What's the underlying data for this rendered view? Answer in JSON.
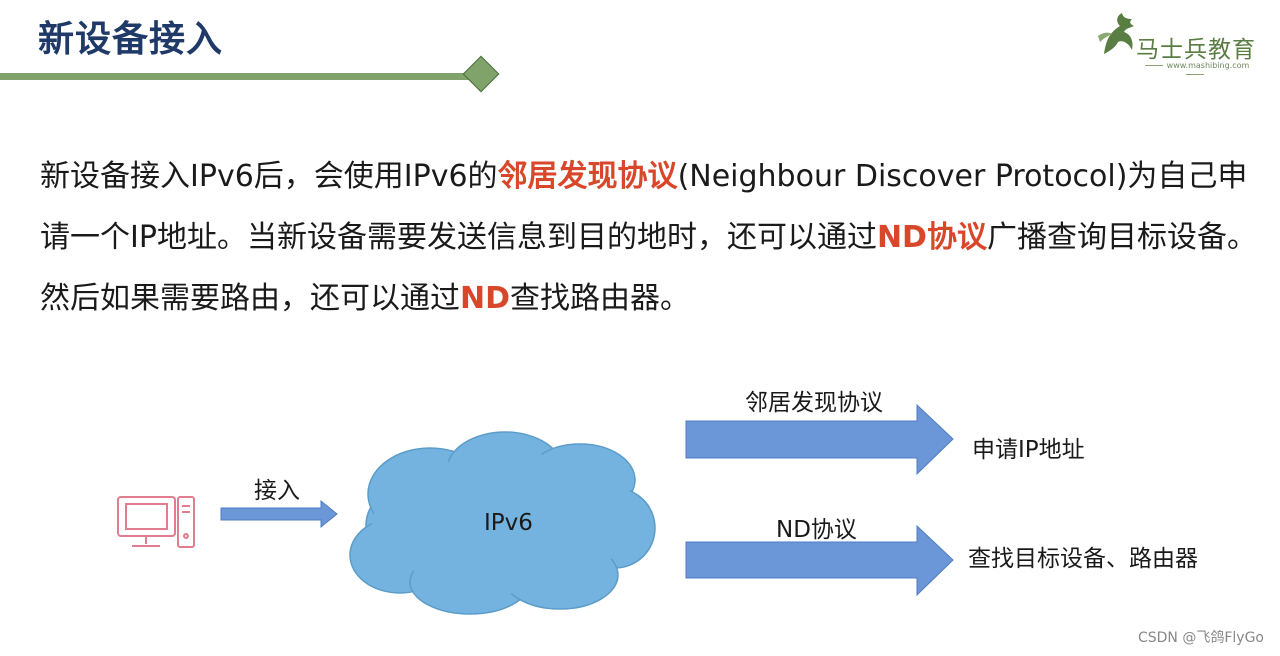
{
  "slide": {
    "title": "新设备接入"
  },
  "logo": {
    "name": "马士兵教育",
    "url": "www.mashibing.com"
  },
  "paragraph": {
    "p1": "新设备接入IPv6后，会使用IPv6的",
    "h1": "邻居发现协议",
    "p2": "(Neighbour Discover Protocol)为自己申请一个IP地址。当新设备需要发送信息到目的地时，还可以通过",
    "h2": "ND协议",
    "p3": "广播查询目标设备。然后如果需要路由，还可以通过",
    "h3": "ND",
    "p4": "查找路由器。"
  },
  "diagram": {
    "access_label": "接入",
    "cloud_label": "IPv6",
    "arrow_top_label": "邻居发现协议",
    "arrow_top_target": "申请IP地址",
    "arrow_bottom_label": "ND协议",
    "arrow_bottom_target": "查找目标设备、路由器"
  },
  "watermark": "CSDN @飞鸽FlyGo",
  "colors": {
    "title": "#1f3a68",
    "accent_rule": "#7fa36a",
    "highlight": "#d9472b",
    "arrow_fill": "#6b97d8",
    "cloud_fill": "#74b3df",
    "computer_icon": "#e07d8e"
  }
}
